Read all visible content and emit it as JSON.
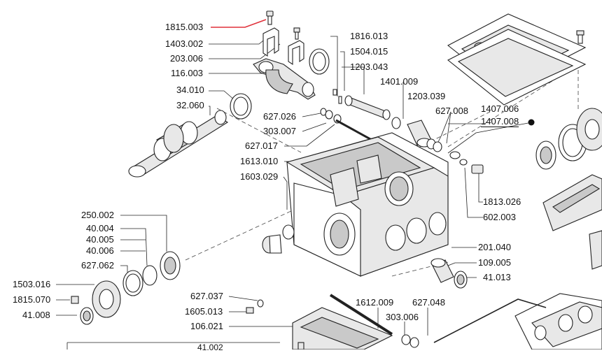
{
  "labels": {
    "l1815_003": "1815.003",
    "l1403_002": "1403.002",
    "l203_006": "203.006",
    "l116_003": "116.003",
    "l34_010": "34.010",
    "l32_060": "32.060",
    "l1816_013": "1816.013",
    "l1504_015": "1504.015",
    "l1203_043": "1203.043",
    "l1401_009": "1401.009",
    "l1203_039": "1203.039",
    "l627_008": "627.008",
    "l1407_006": "1407.006",
    "l1407_008": "1407.008",
    "l627_026": "627.026",
    "l303_007": "303.007",
    "l627_017": "627.017",
    "l1613_010": "1613.010",
    "l1603_029": "1603.029",
    "l1813_026": "1813.026",
    "l602_003": "602.003",
    "l250_002": "250.002",
    "l40_004": "40.004",
    "l40_005": "40.005",
    "l40_006": "40.006",
    "l627_062": "627.062",
    "l1503_016": "1503.016",
    "l1815_070": "1815.070",
    "l41_008": "41.008",
    "l201_040": "201.040",
    "l109_005": "109.005",
    "l41_013": "41.013",
    "l627_037": "627.037",
    "l1605_013": "1605.013",
    "l106_021": "106.021",
    "l1612_009": "1612.009",
    "l627_048": "627.048",
    "l303_006": "303.006",
    "l41_002": "41.002"
  },
  "colors": {
    "highlight": "#e0303a",
    "ink": "#222222"
  }
}
